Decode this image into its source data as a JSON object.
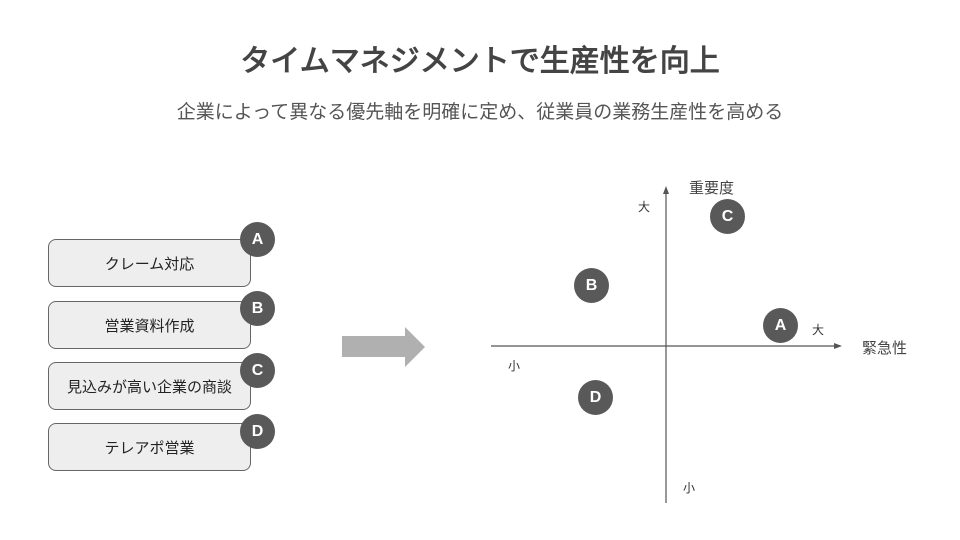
{
  "title": "タイムマネジメントで生産性を向上",
  "subtitle": "企業によって異なる優先軸を明確に定め、従業員の業務生産性を高める",
  "tasks": [
    {
      "badge": "A",
      "label": "クレーム対応"
    },
    {
      "badge": "B",
      "label": "営業資料作成"
    },
    {
      "badge": "C",
      "label": "見込みが高い企業の商談"
    },
    {
      "badge": "D",
      "label": "テレアポ営業"
    }
  ],
  "matrix": {
    "y_axis_label": "重要度",
    "x_axis_label": "緊急性",
    "y_high": "大",
    "y_low": "小",
    "x_high": "大",
    "x_low": "小",
    "points": [
      "A",
      "B",
      "C",
      "D"
    ]
  },
  "colors": {
    "badge": "#595959",
    "box_fill": "#eeeeee",
    "arrow": "#b0b0b0",
    "axis": "#555555"
  }
}
